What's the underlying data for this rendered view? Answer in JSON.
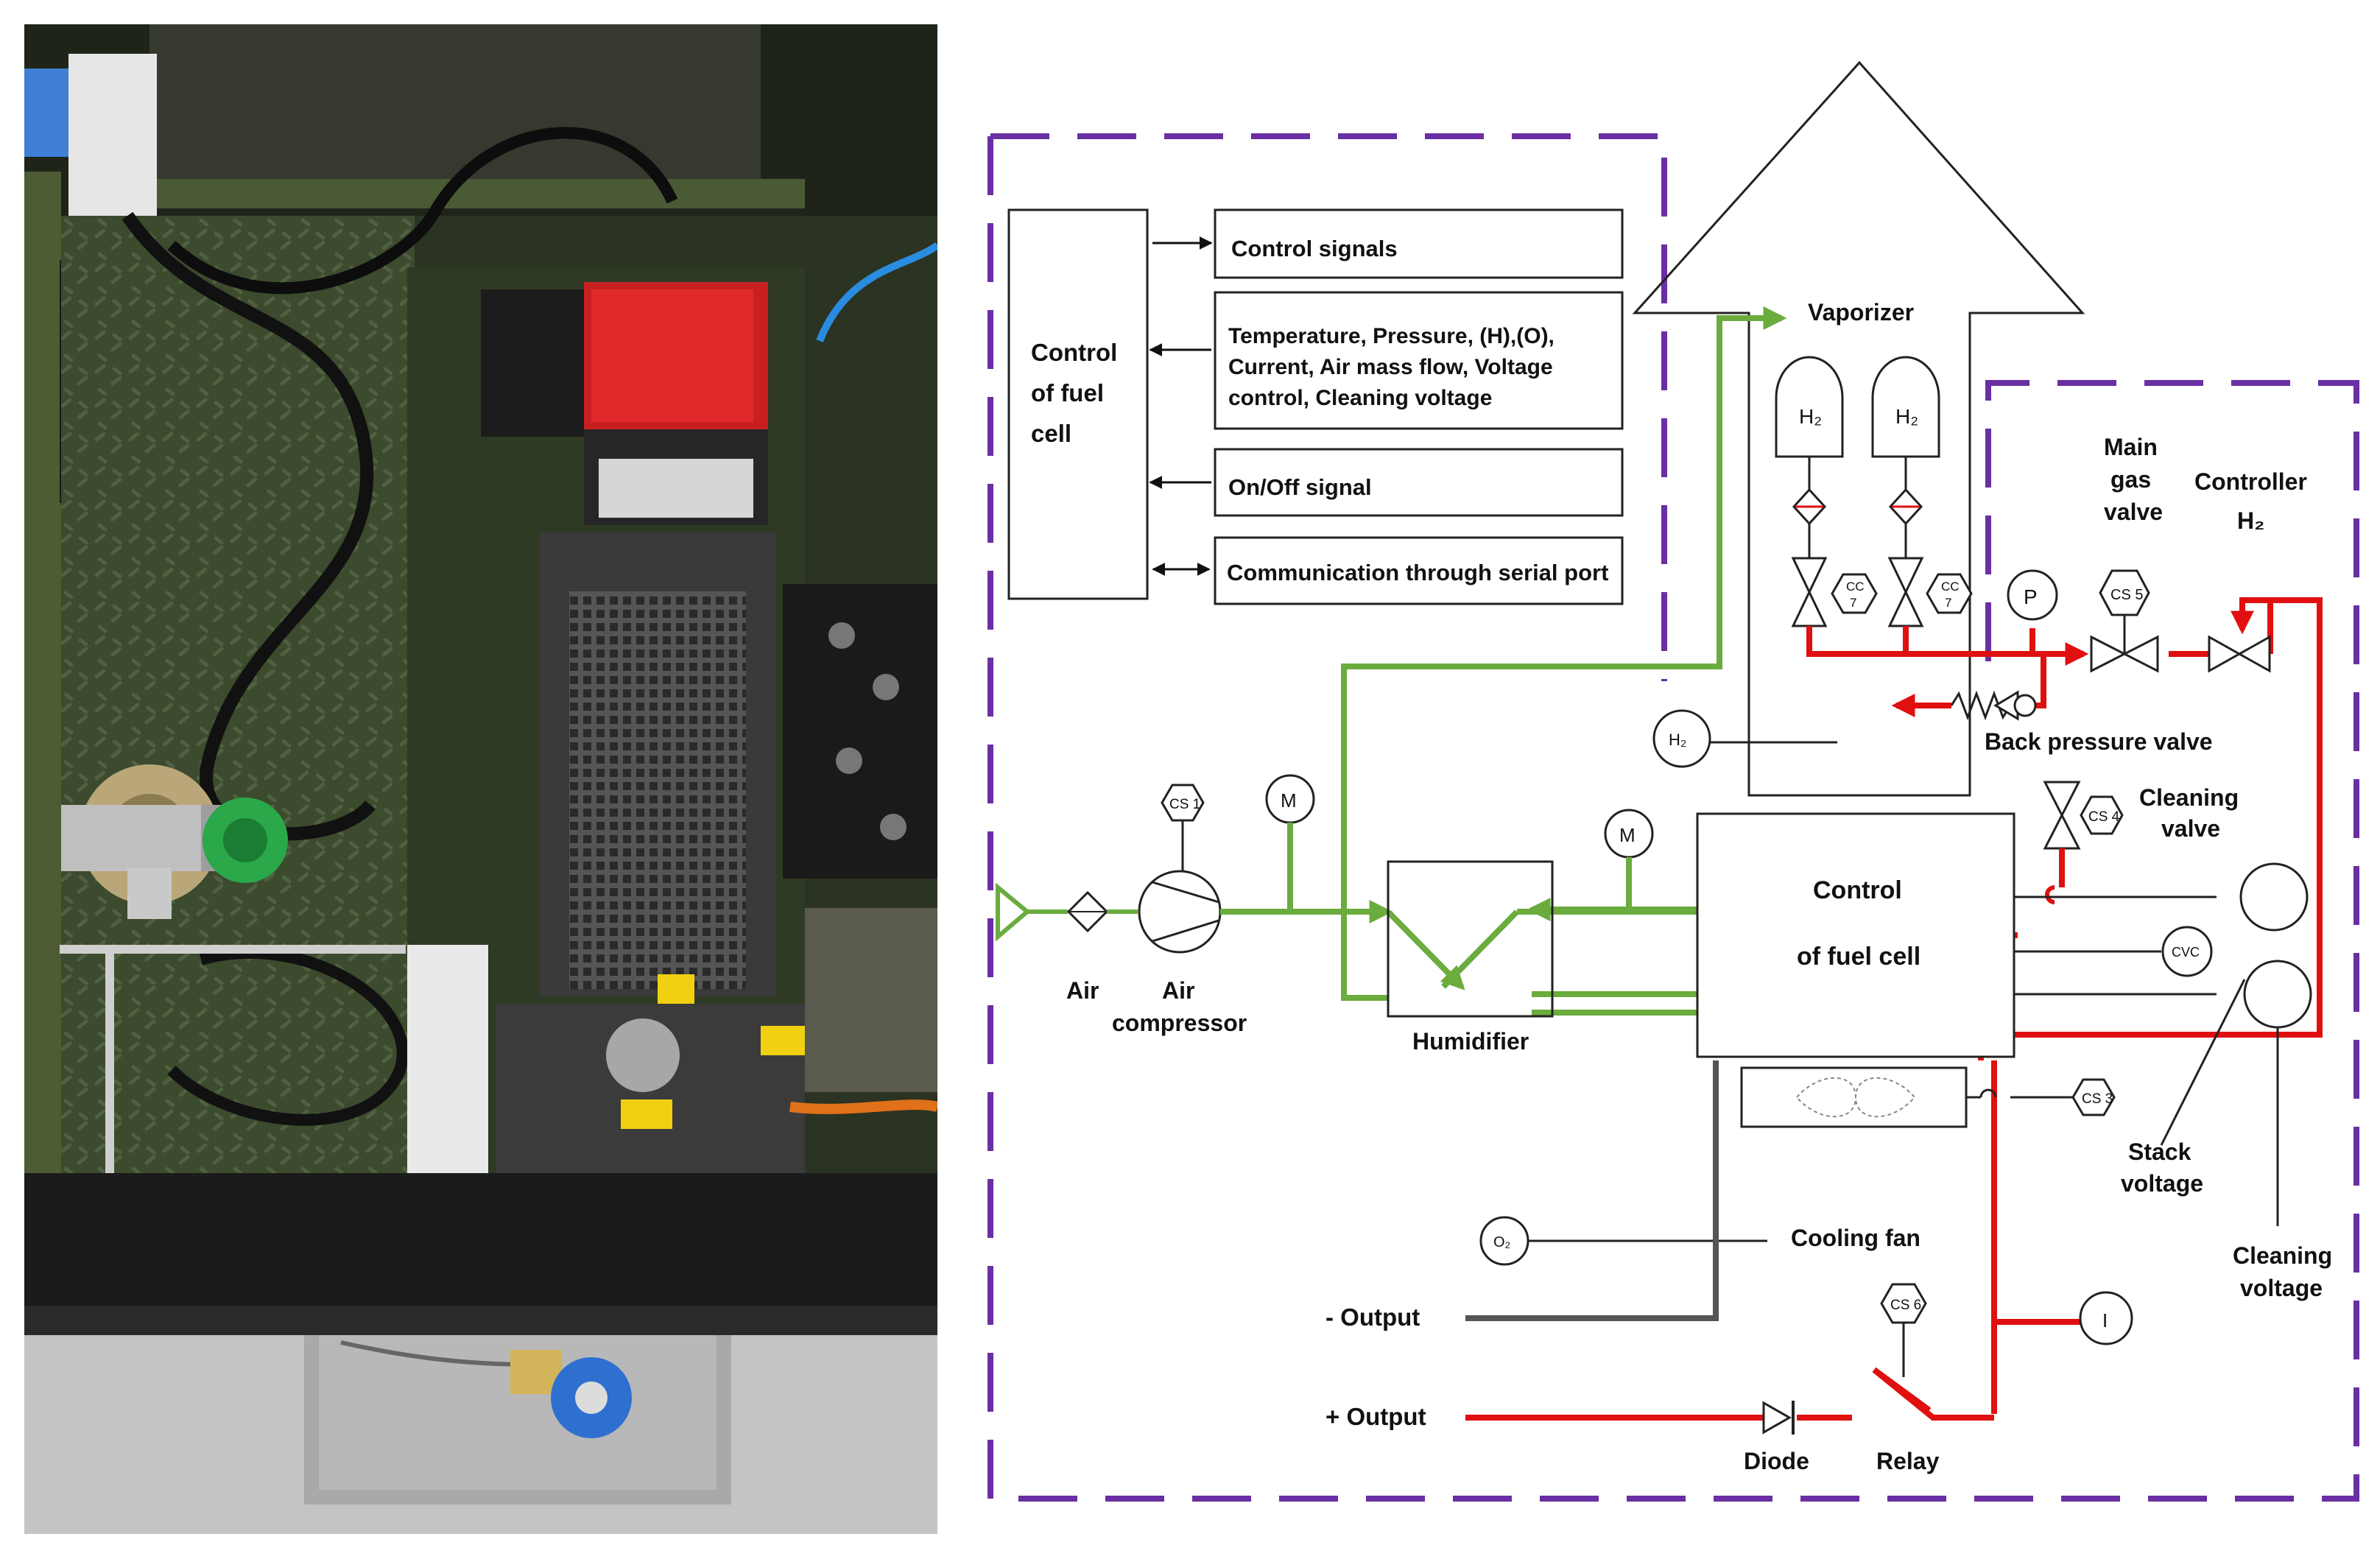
{
  "diagram": {
    "controller_block": {
      "line1": "Control",
      "line2": "of fuel",
      "line3": "cell"
    },
    "signal_boxes": {
      "control_signals": "Control signals",
      "sensors_line1": "Temperature, Pressure, (H),(O),",
      "sensors_line2": "Current, Air mass flow, Voltage",
      "sensors_line3": "control, Cleaning voltage",
      "onoff": "On/Off signal",
      "serial": "Communication through serial port"
    },
    "vaporizer": "Vaporizer",
    "h2_cylinders": [
      "H₂",
      "H₂"
    ],
    "cc_sensors": [
      {
        "line1": "CC",
        "line2": "7"
      },
      {
        "line1": "CC",
        "line2": "7"
      }
    ],
    "pressure_gauge": "P",
    "cs5": "CS 5",
    "main_gas_valve": {
      "line1": "Main",
      "line2": "gas",
      "line3": "valve"
    },
    "controller_h2": {
      "line1": "Controller",
      "line2": "H₂"
    },
    "back_pressure_valve": "Back pressure valve",
    "h2_sensor": "H₂",
    "cleaning_valve": {
      "line1": "Cleaning",
      "line2": "valve"
    },
    "cs4": "CS 4",
    "air": "Air",
    "air_compressor": {
      "line1": "Air",
      "line2": "compressor"
    },
    "cs1": "CS 1",
    "m_meters": [
      "M",
      "M"
    ],
    "humidifier": "Humidifier",
    "fuel_cell": {
      "line1": "Control",
      "line2": "of fuel cell"
    },
    "cvc": "CVC",
    "cs3": "CS 3",
    "stack_voltage": {
      "line1": "Stack",
      "line2": "voltage"
    },
    "cleaning_voltage": {
      "line1": "Cleaning",
      "line2": "voltage"
    },
    "o2_sensor": "O₂",
    "cooling_fan": "Cooling fan",
    "neg_output": "- Output",
    "pos_output": "+ Output",
    "cs6": "CS 6",
    "current_meter": "I",
    "diode": "Diode",
    "relay": "Relay"
  },
  "colors": {
    "enclosure_dash": "#6a2fa3",
    "hydrogen_line": "#e01010",
    "air_line": "#6aac3e",
    "electrical": "#555555",
    "photo_floor": "#3c4a2e"
  },
  "icons": [
    "valve-icon",
    "diode-icon",
    "compressor-icon",
    "relay-switch-icon",
    "spring-icon",
    "filter-icon",
    "fan-icon"
  ]
}
